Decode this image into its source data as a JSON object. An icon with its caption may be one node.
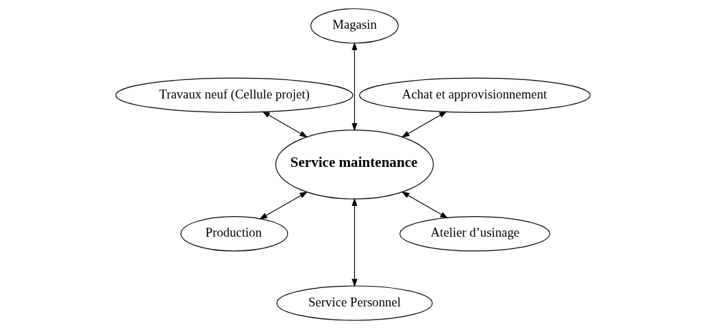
{
  "diagram": {
    "nodes": [
      {
        "text": [
          "Achat et approvisionnement"
        ]
      },
      {
        "text": [
          "Magasin"
        ]
      },
      {
        "text": [
          "Travaux neuf (Cellule projet)"
        ]
      },
      {
        "text": [
          "Service maintenance"
        ]
      },
      {
        "text": [
          "Production"
        ]
      },
      {
        "text": [
          "Service Personnel"
        ]
      },
      {
        "text": [
          "Atelier d’usinage"
        ]
      }
    ],
    "edges": [
      {
        "from": 3,
        "to": 0,
        "arrow": "both"
      },
      {
        "from": 3,
        "to": 1,
        "arrow": "both"
      },
      {
        "from": 3,
        "to": 2,
        "arrow": "both"
      },
      {
        "from": 3,
        "to": 4,
        "arrow": "both"
      },
      {
        "from": 3,
        "to": 5,
        "arrow": "both"
      },
      {
        "from": 3,
        "to": 6,
        "arrow": "both"
      }
    ]
  }
}
